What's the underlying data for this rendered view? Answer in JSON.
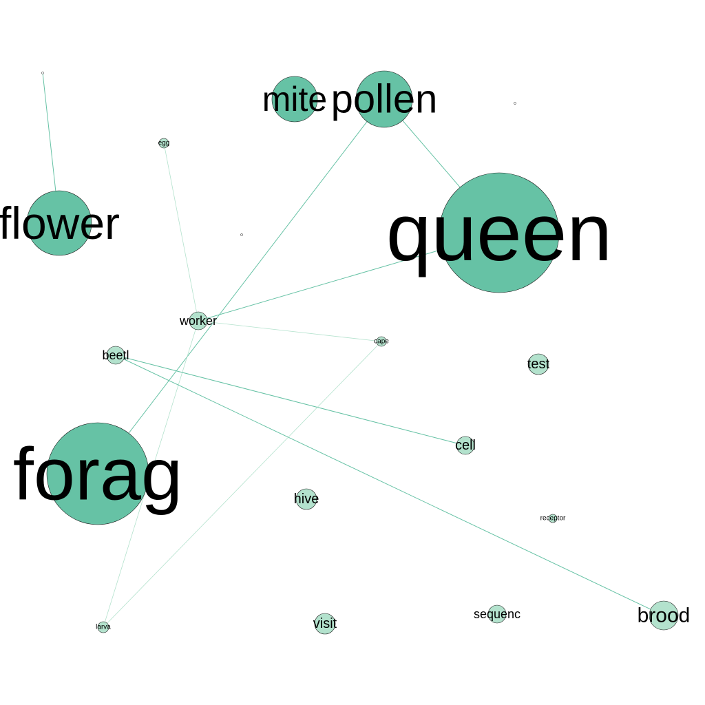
{
  "colors": {
    "background": "#ffffff",
    "node_fill_strong": "#66c2a5",
    "node_fill_light": "#b3e2cd",
    "node_stroke": "#1a1a1a",
    "edge_strong": "#66c2a5",
    "edge_light": "#b3e2cd",
    "label": "#000000"
  },
  "graph": {
    "nodes": [
      {
        "id": "queen",
        "label": "queen",
        "weight": 87,
        "emphasis": "strong"
      },
      {
        "id": "forag",
        "label": "forag",
        "weight": 74,
        "emphasis": "strong"
      },
      {
        "id": "flower",
        "label": "flower",
        "weight": 47,
        "emphasis": "strong"
      },
      {
        "id": "pollen",
        "label": "pollen",
        "weight": 41,
        "emphasis": "strong"
      },
      {
        "id": "mite",
        "label": "mite",
        "weight": 33,
        "emphasis": "strong"
      },
      {
        "id": "worker",
        "label": "worker",
        "weight": 13,
        "emphasis": "light"
      },
      {
        "id": "beetl",
        "label": "beetl",
        "weight": 13,
        "emphasis": "light"
      },
      {
        "id": "brood",
        "label": "brood",
        "weight": 21,
        "emphasis": "light"
      },
      {
        "id": "test",
        "label": "test",
        "weight": 15,
        "emphasis": "light"
      },
      {
        "id": "cell",
        "label": "cell",
        "weight": 13,
        "emphasis": "light"
      },
      {
        "id": "hive",
        "label": "hive",
        "weight": 15,
        "emphasis": "light"
      },
      {
        "id": "visit",
        "label": "visit",
        "weight": 15,
        "emphasis": "light"
      },
      {
        "id": "sequenc",
        "label": "sequenc",
        "weight": 13,
        "emphasis": "light"
      },
      {
        "id": "cape",
        "label": "cape",
        "weight": 7,
        "emphasis": "light"
      },
      {
        "id": "egg",
        "label": "egg",
        "weight": 7,
        "emphasis": "light"
      },
      {
        "id": "larva",
        "label": "larva",
        "weight": 8,
        "emphasis": "light"
      },
      {
        "id": "receptor",
        "label": "receptor",
        "weight": 6,
        "emphasis": "light"
      },
      {
        "id": "n_small_a",
        "label": "",
        "weight": 1,
        "emphasis": "light"
      },
      {
        "id": "n_small_b",
        "label": "",
        "weight": 1,
        "emphasis": "light"
      },
      {
        "id": "n_small_c",
        "label": "",
        "weight": 1,
        "emphasis": "light"
      }
    ],
    "edges": [
      {
        "source": "pollen",
        "target": "queen",
        "strength": "strong"
      },
      {
        "source": "pollen",
        "target": "forag",
        "strength": "strong"
      },
      {
        "source": "queen",
        "target": "worker",
        "strength": "strong"
      },
      {
        "source": "flower",
        "target": "n_small_a",
        "strength": "strong"
      },
      {
        "source": "worker",
        "target": "egg",
        "strength": "light"
      },
      {
        "source": "worker",
        "target": "cape",
        "strength": "light"
      },
      {
        "source": "worker",
        "target": "larva",
        "strength": "light"
      },
      {
        "source": "beetl",
        "target": "cell",
        "strength": "strong"
      },
      {
        "source": "beetl",
        "target": "brood",
        "strength": "strong"
      },
      {
        "source": "cape",
        "target": "larva",
        "strength": "light"
      }
    ]
  }
}
